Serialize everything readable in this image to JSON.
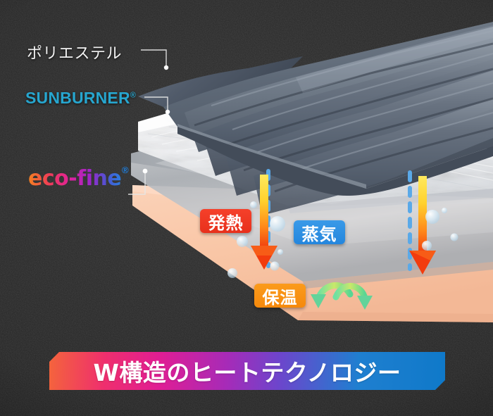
{
  "background": {
    "color": "#262626",
    "texture": "dark-noise"
  },
  "labels": [
    {
      "id": "polyester",
      "text": "ポリエステル",
      "color": "#f2f2f2",
      "leader": "elbow-down-right-dot"
    },
    {
      "id": "sunburner",
      "text": "SUNBURNER",
      "registered_mark": "®",
      "color": "#27a6cf",
      "leader": "elbow-down-right-dot"
    },
    {
      "id": "eco-fine",
      "text": "eco-fine",
      "registered_mark": "®",
      "color": "gradient-orange-to-blue",
      "gradient": [
        "#f58220",
        "#ef3e55",
        "#e0219b",
        "#a025c8",
        "#4b56d2",
        "#2b7de0"
      ],
      "leader": "elbow-up-dot"
    }
  ],
  "badges": [
    {
      "id": "hatsunetsu",
      "text": "発熱",
      "color": "#e8301c",
      "meaning": "heat-generation"
    },
    {
      "id": "jouki",
      "text": "蒸気",
      "color": "#2486dd",
      "meaning": "vapor"
    },
    {
      "id": "hoon",
      "text": "保温",
      "color": "#f5890c",
      "meaning": "heat-retention"
    }
  ],
  "banner": {
    "text": "W構造のヒートテクノロジー",
    "text_color": "#ffffff",
    "gradient": [
      "#f4643c",
      "#ef2f6d",
      "#e01d94",
      "#a62bb8",
      "#6d45cc",
      "#1f7fd0",
      "#0f79c9"
    ]
  },
  "fabric_layers": [
    {
      "id": "quilted-shell",
      "name": "quilted polyester outer shell",
      "color": "#5b6674",
      "ridges": 4
    },
    {
      "id": "fleece-batting",
      "name": "white fibrous batting",
      "color": "#f3f4f6"
    },
    {
      "id": "film-sheet",
      "name": "translucent gray film",
      "color": "#b9bcc0"
    },
    {
      "id": "peach-base",
      "name": "peach inner lining",
      "color": "#f8c3a4"
    }
  ],
  "flow_indicators": {
    "heat_arrows": {
      "count": 2,
      "gradient": [
        "#ffe14d",
        "#ffb300",
        "#f4511e"
      ],
      "direction": "down"
    },
    "vapor_lines": {
      "count": 2,
      "color": "#5aa9e8",
      "style": "dashed",
      "direction": "down"
    },
    "retention_arrows": {
      "count": 2,
      "color": "#63d39a",
      "style": "curved-inward"
    },
    "droplets": {
      "count": 9,
      "color": "#cfe6f5"
    }
  }
}
